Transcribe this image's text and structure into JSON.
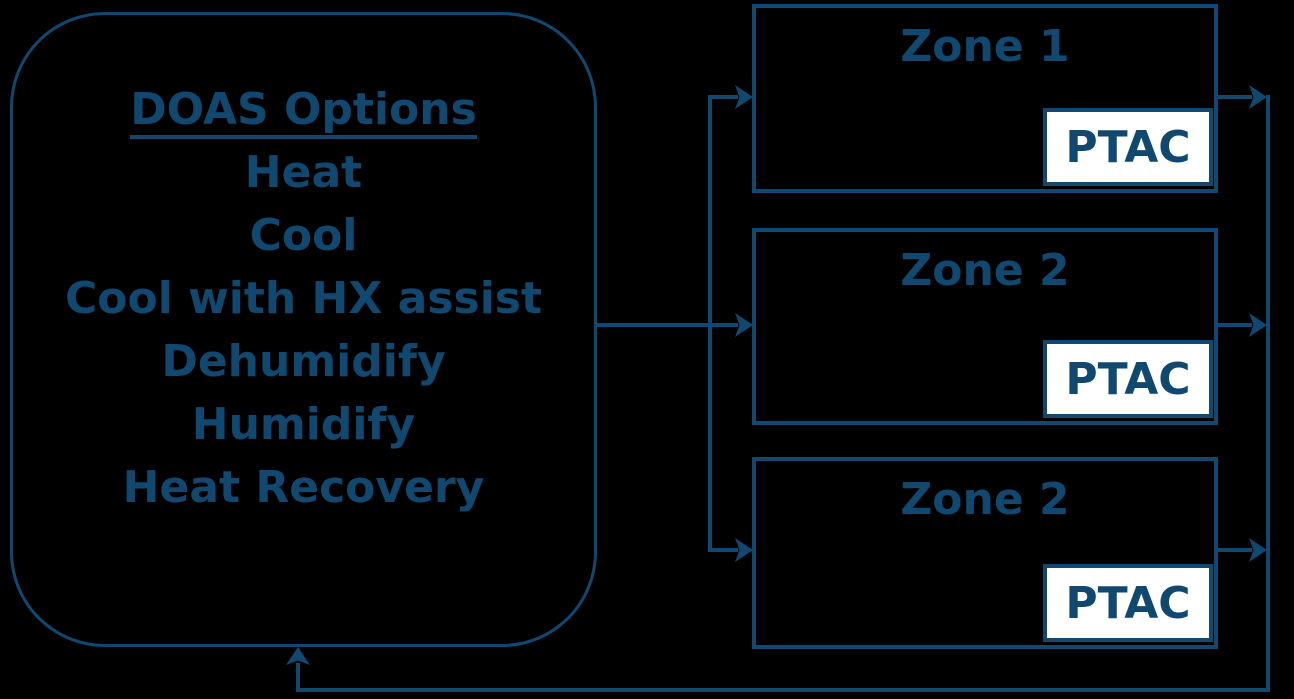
{
  "colors": {
    "ink": "#114870",
    "ptac_fill": "#ffffff",
    "background": "#000000"
  },
  "doas": {
    "title": "DOAS Options",
    "options": [
      "Heat",
      "Cool",
      "Cool with HX assist",
      "Dehumidify",
      "Humidify",
      "Heat Recovery"
    ]
  },
  "zones": [
    {
      "label": "Zone 1",
      "unit": "PTAC"
    },
    {
      "label": "Zone 2",
      "unit": "PTAC"
    },
    {
      "label": "Zone 2",
      "unit": "PTAC"
    }
  ]
}
